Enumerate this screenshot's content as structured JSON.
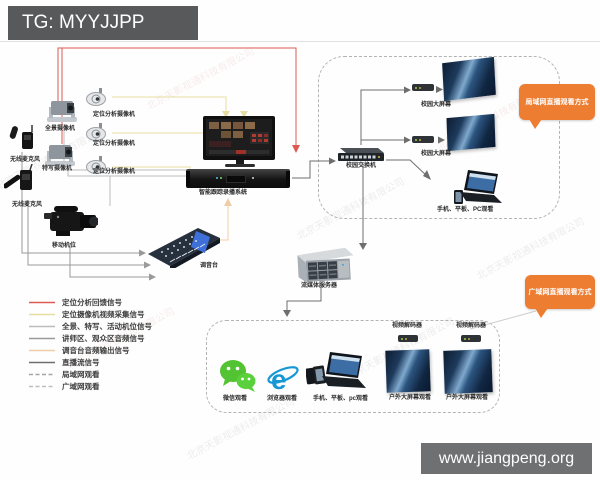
{
  "header": {
    "tag_label": "TG: MYYJJPP"
  },
  "footer": {
    "site_url": "www.jiangpeng.org"
  },
  "watermark_text": "北京天影视通科技有限公司",
  "colors": {
    "feedback": "#dd5a52",
    "capture": "#e6dea0",
    "camera": "#bcbcbc",
    "audio": "#9a9a9a",
    "mixer_out": "#f0cda6",
    "stream": "#6e6e6e",
    "lan_dash": "#a5a5a5",
    "wan_dash": "#bdbdbd",
    "bubble": "#ed7d31",
    "header_bg": "#58595b",
    "pointer_line": "#cccccc"
  },
  "nodes": {
    "dome_cam": "定位分析摄像机",
    "panorama_cam": "全景摄像机",
    "closeup_cam": "特写摄像机",
    "wireless_mic": "无线麦克风",
    "mobile_cam": "移动机位",
    "recorder": "智能跟踪录播系统",
    "mixer": "调音台",
    "campus_switch": "校园交换机",
    "campus_screen": "校园大屏幕",
    "lan_viewers": "手机、平板、PC观看",
    "media_server": "流媒体服务器",
    "wechat_view": "微信观看",
    "browser_view": "浏览器观看",
    "wan_viewers": "手机、平板、pc观看",
    "video_decoder": "视频解码器",
    "outdoor_screen": "户外大屏幕观看"
  },
  "callouts": {
    "lan_bubble": "局域网直播观看方式",
    "wan_bubble": "广域网直播观看方式"
  },
  "legend": {
    "items": [
      {
        "label": "定位分析回馈信号",
        "color": "#dd5a52",
        "style": "solid"
      },
      {
        "label": "定位摄像机视频采集信号",
        "color": "#e6dea0",
        "style": "solid"
      },
      {
        "label": "全景、特写、活动机位信号",
        "color": "#bcbcbc",
        "style": "solid"
      },
      {
        "label": "讲师区、观众区音频信号",
        "color": "#9a9a9a",
        "style": "solid"
      },
      {
        "label": "调音台音频输出信号",
        "color": "#f0cda6",
        "style": "solid"
      },
      {
        "label": "直播流信号",
        "color": "#6e6e6e",
        "style": "solid"
      },
      {
        "label": "局域网观看",
        "color": "#a5a5a5",
        "style": "dashed"
      },
      {
        "label": "广域网观看",
        "color": "#bdbdbd",
        "style": "dashed"
      }
    ]
  }
}
